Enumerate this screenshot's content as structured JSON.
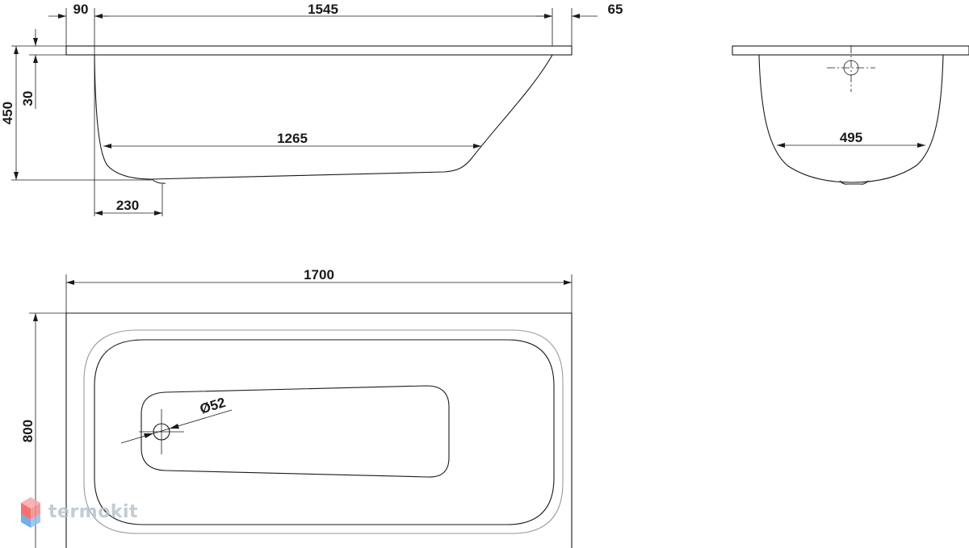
{
  "dimensions": {
    "left_rim_offset": "90",
    "top_inner_length": "1545",
    "right_rim_offset": "65",
    "total_height": "450",
    "rim_thickness": "30",
    "bottom_inner_length": "1265",
    "drain_offset": "230",
    "end_bottom_width": "495",
    "total_length": "1700",
    "total_width": "800",
    "drain_diameter": "Ø52"
  },
  "watermark": {
    "text": "termokit"
  },
  "colors": {
    "line": "#1a1a1a",
    "watermark_text": "#b9c3cc",
    "watermark_logo_top": "#f05a5a",
    "watermark_logo_bottom": "#5aa0e6"
  }
}
